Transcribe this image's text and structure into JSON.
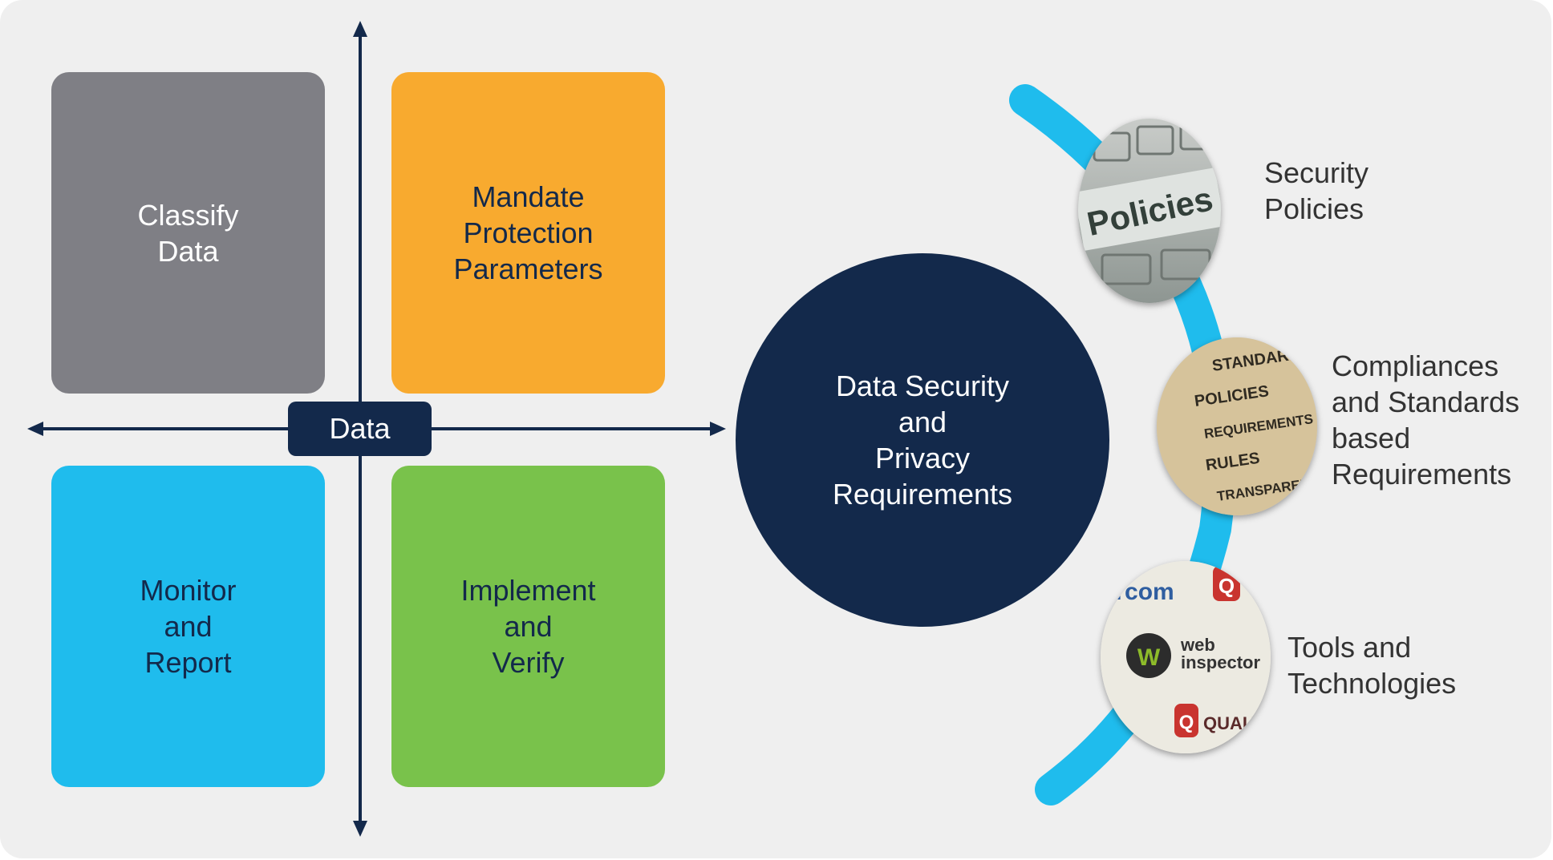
{
  "quadrants": {
    "top_left": "Classify\nData",
    "top_right": "Mandate\nProtection\nParameters",
    "bottom_left": "Monitor\nand\nReport",
    "bottom_right": "Implement\nand\nVerify"
  },
  "center_label": "Data",
  "core": "Data Security\nand\nPrivacy\nRequirements",
  "items": [
    {
      "label": "Security\nPolicies",
      "image_text": "Policies"
    },
    {
      "label": "Compliances\nand Standards\nbased\nRequirements",
      "image_text": [
        "STANDARD",
        "POLICIES",
        "REQUIREMENTS",
        "RULES",
        "TRANSPAREN"
      ]
    },
    {
      "label": "Tools and\nTechnologies",
      "image_text": [
        "ircom",
        "web\ninspector",
        "QUALY"
      ]
    }
  ],
  "colors": {
    "gray": "#7f7f85",
    "orange": "#f8aa2f",
    "blue": "#1fbced",
    "green": "#79c24b",
    "navy": "#13294b",
    "arc": "#1fbced"
  }
}
